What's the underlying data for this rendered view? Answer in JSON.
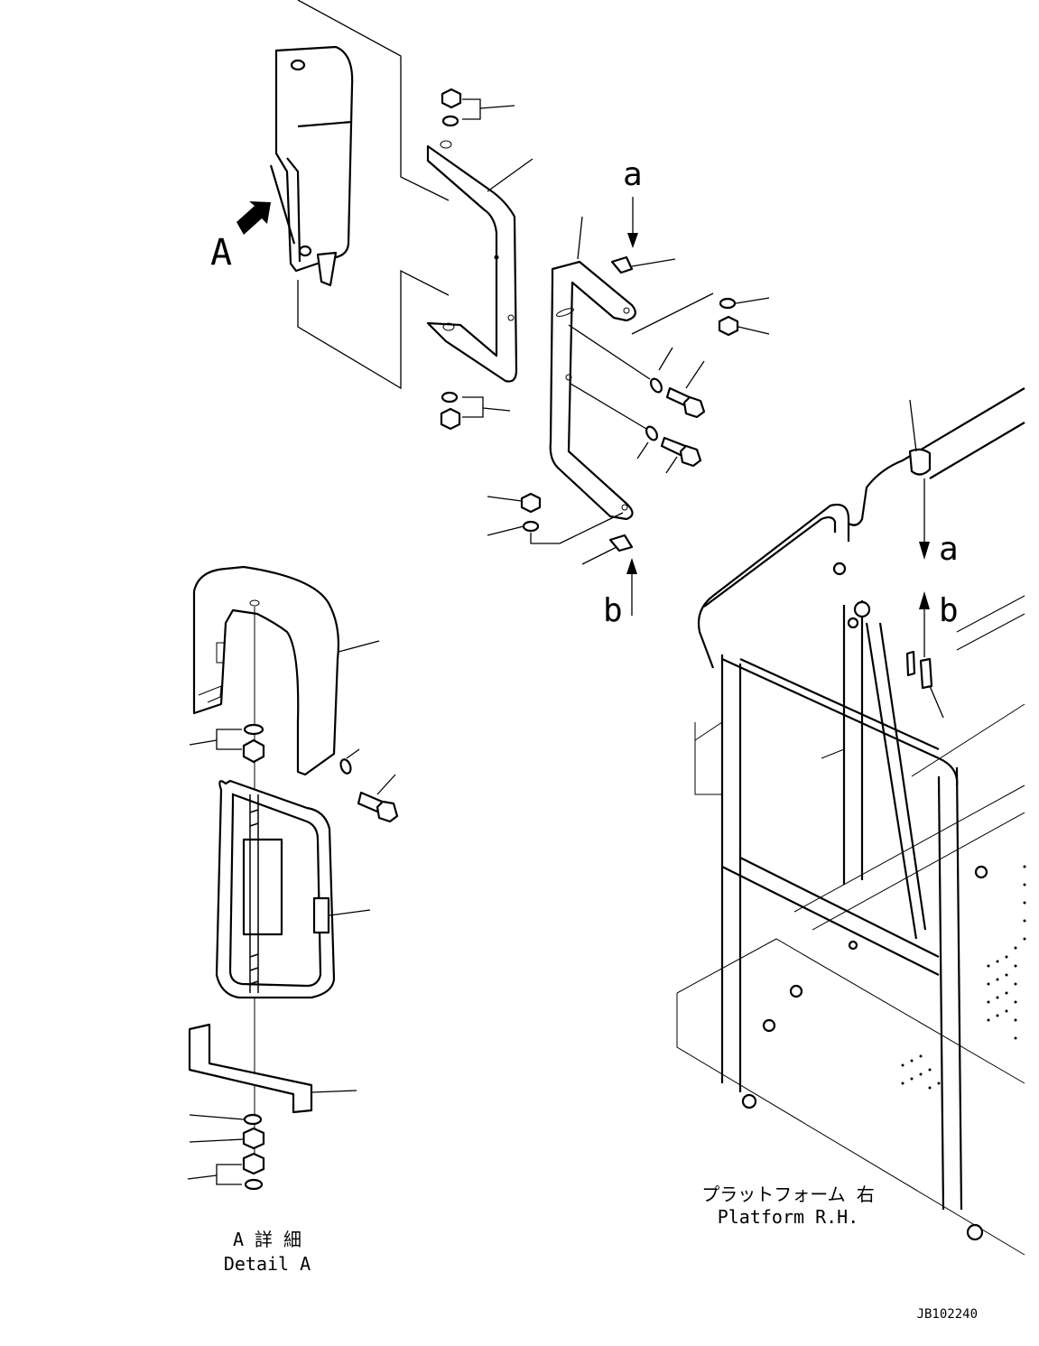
{
  "view_labels": {
    "view_arrow": "A",
    "detail_title_jp": "A 詳 細",
    "detail_title_en": "Detail A",
    "platform_jp": "プラットフォーム 右",
    "platform_en": "Platform R.H."
  },
  "reference_letters": {
    "a_top": "a",
    "b_bottom": "b",
    "a_right": "a",
    "b_right": "b"
  },
  "drawing_number": "JB102240"
}
